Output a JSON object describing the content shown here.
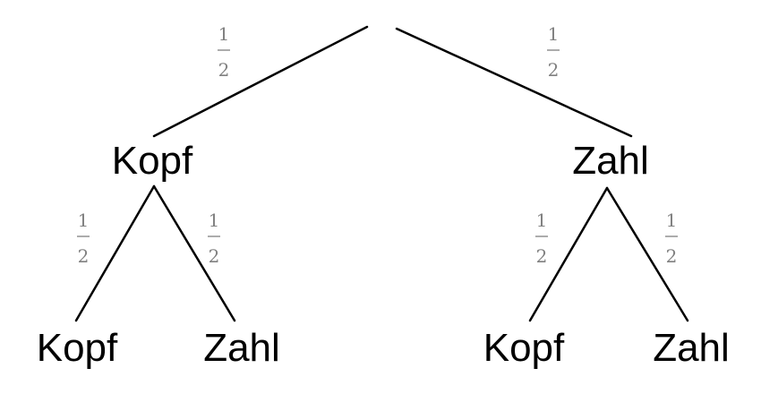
{
  "tree": {
    "root_edges": [
      {
        "prob_num": "1",
        "prob_den": "2"
      },
      {
        "prob_num": "1",
        "prob_den": "2"
      }
    ],
    "level1": [
      {
        "label": "Kopf",
        "edges": [
          {
            "prob_num": "1",
            "prob_den": "2"
          },
          {
            "prob_num": "1",
            "prob_den": "2"
          }
        ]
      },
      {
        "label": "Zahl",
        "edges": [
          {
            "prob_num": "1",
            "prob_den": "2"
          },
          {
            "prob_num": "1",
            "prob_den": "2"
          }
        ]
      }
    ],
    "level2": [
      {
        "label": "Kopf"
      },
      {
        "label": "Zahl"
      },
      {
        "label": "Kopf"
      },
      {
        "label": "Zahl"
      }
    ]
  },
  "colors": {
    "edge": "#000000",
    "node_text": "#000000",
    "probability_text": "#808080"
  }
}
